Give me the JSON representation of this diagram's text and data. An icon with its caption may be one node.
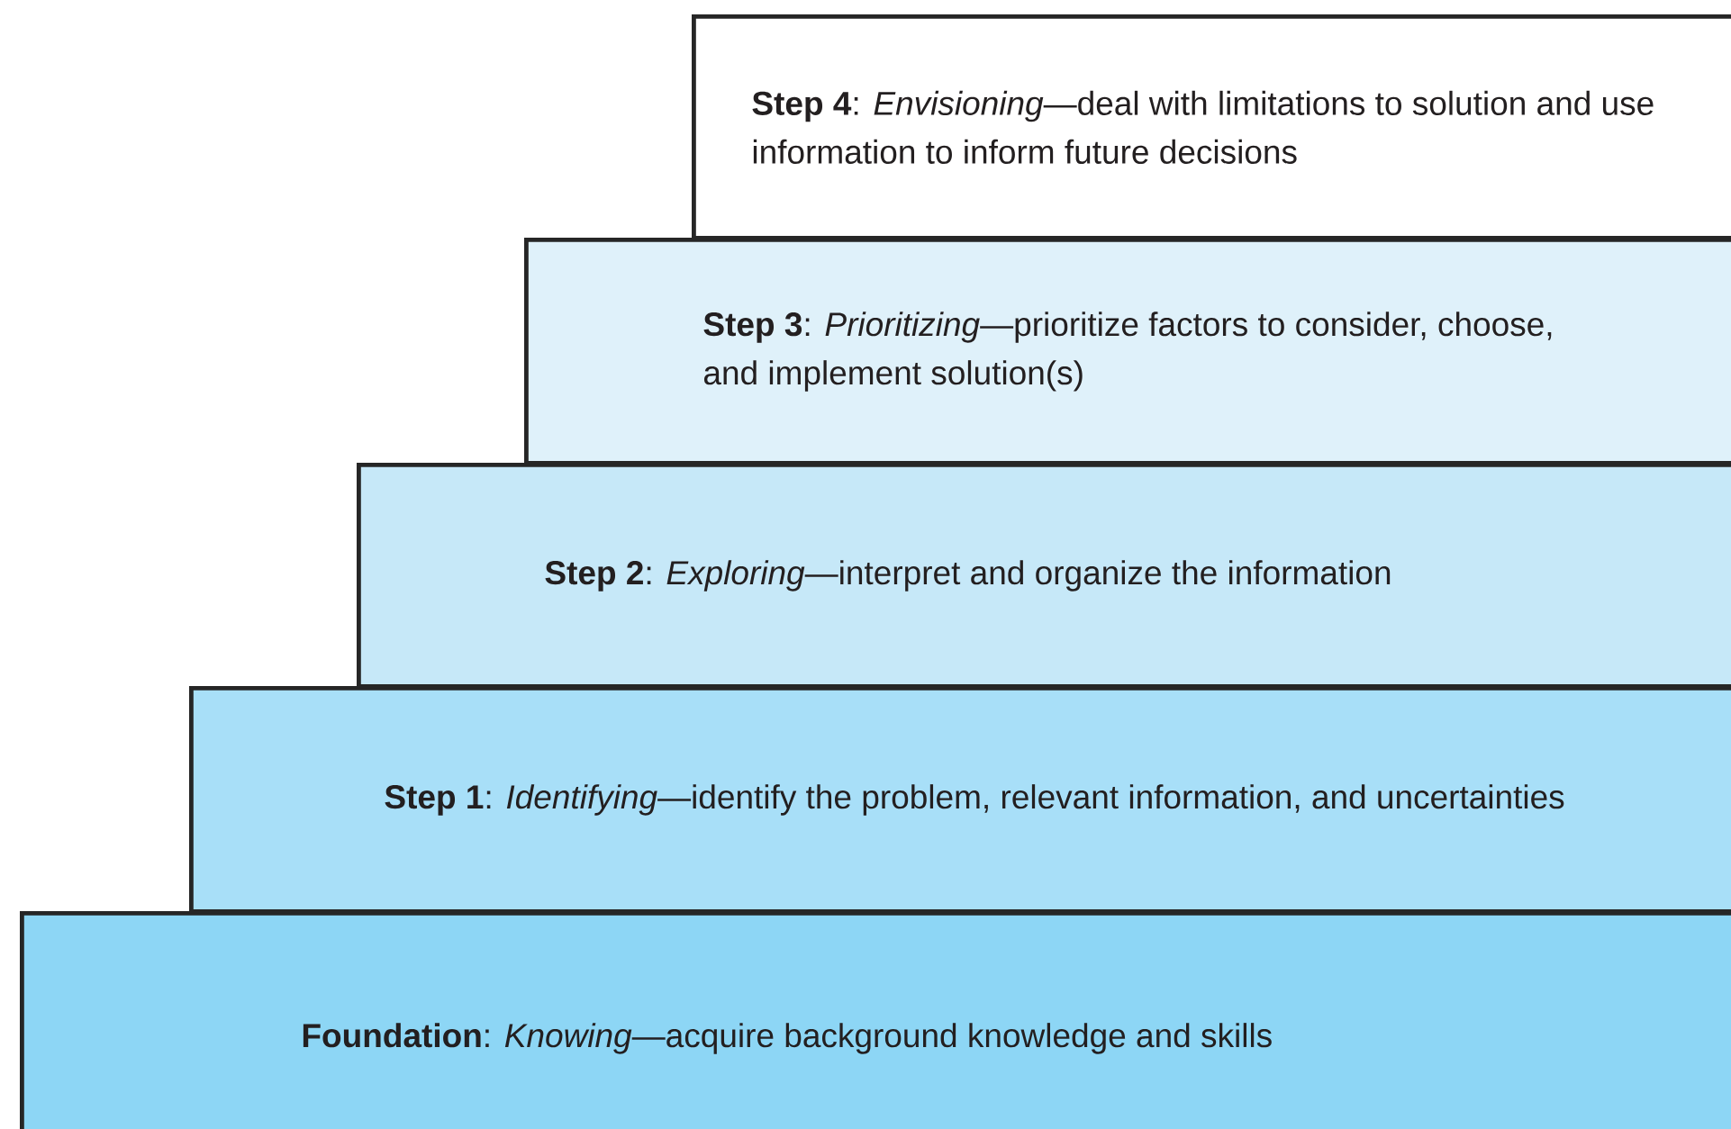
{
  "diagram": {
    "nodes": [
      {
        "text": [
          "**Step 4**: *Envisioning*—deal with limitations to solution and use information to inform future decisions"
        ]
      },
      {
        "text": [
          "**Step 3**: *Prioritizing*—prioritize factors to consider, choose, and implement solution(s)"
        ]
      },
      {
        "text": [
          "**Step 2**: *Exploring*—interpret and organize the information"
        ]
      },
      {
        "text": [
          "**Step 1**: *Identifying*—identify the problem, relevant information, and uncertainties"
        ]
      },
      {
        "text": [
          "**Foundation**: *Knowing*—acquire background knowledge and skills"
        ]
      }
    ]
  }
}
